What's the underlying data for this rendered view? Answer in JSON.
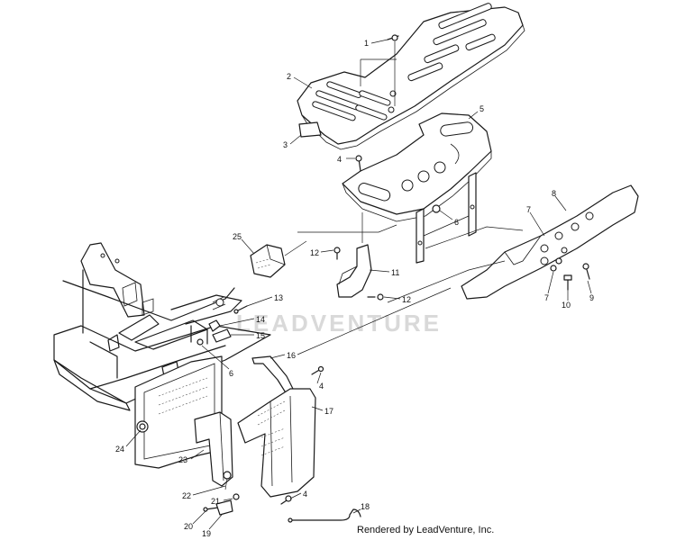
{
  "watermark": "LEADVENTURE",
  "credit": "Rendered by LeadVenture, Inc.",
  "callouts": [
    {
      "id": "c1",
      "label": "1"
    },
    {
      "id": "c2",
      "label": "2"
    },
    {
      "id": "c3",
      "label": "3"
    },
    {
      "id": "c4a",
      "label": "4"
    },
    {
      "id": "c5",
      "label": "5"
    },
    {
      "id": "c6a",
      "label": "6"
    },
    {
      "id": "c7a",
      "label": "7"
    },
    {
      "id": "c8",
      "label": "8"
    },
    {
      "id": "c9",
      "label": "9"
    },
    {
      "id": "c7b",
      "label": "7"
    },
    {
      "id": "c10",
      "label": "10"
    },
    {
      "id": "c25",
      "label": "25"
    },
    {
      "id": "c12a",
      "label": "12"
    },
    {
      "id": "c11",
      "label": "11"
    },
    {
      "id": "c12b",
      "label": "12"
    },
    {
      "id": "c13",
      "label": "13"
    },
    {
      "id": "c14",
      "label": "14"
    },
    {
      "id": "c15",
      "label": "15"
    },
    {
      "id": "c6b",
      "label": "6"
    },
    {
      "id": "c16",
      "label": "16"
    },
    {
      "id": "c4b",
      "label": "4"
    },
    {
      "id": "c17",
      "label": "17"
    },
    {
      "id": "c24",
      "label": "24"
    },
    {
      "id": "c23",
      "label": "23"
    },
    {
      "id": "c22",
      "label": "22"
    },
    {
      "id": "c21",
      "label": "21"
    },
    {
      "id": "c4c",
      "label": "4"
    },
    {
      "id": "c18",
      "label": "18"
    },
    {
      "id": "c20",
      "label": "20"
    },
    {
      "id": "c19",
      "label": "19"
    }
  ]
}
